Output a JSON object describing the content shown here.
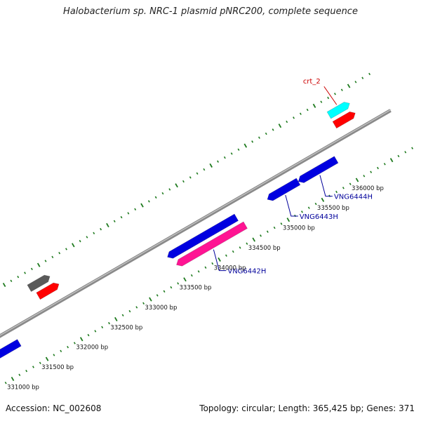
{
  "title": "Halobacterium sp. NRC-1 plasmid pNRC200, complete sequence",
  "footer": {
    "accession": "Accession: NC_002608",
    "stats": "Topology: circular; Length: 365,425 bp; Genes: 371"
  },
  "colors": {
    "backbone": "#8a8a8a",
    "tick": "#1e7a1e",
    "blue": "#0000e0",
    "red": "#ff0000",
    "magenta": "#ff1493",
    "cyan": "#00ffff",
    "gray": "#5a5a5a",
    "label_blue": "#00009b",
    "label_red": "#cc0000"
  },
  "ticks": [
    {
      "bp": 331000,
      "label": "331000 bp"
    },
    {
      "bp": 331500,
      "label": "331500 bp"
    },
    {
      "bp": 332000,
      "label": "332000 bp"
    },
    {
      "bp": 332500,
      "label": "332500 bp"
    },
    {
      "bp": 333000,
      "label": "333000 bp"
    },
    {
      "bp": 333500,
      "label": "333500 bp"
    },
    {
      "bp": 334000,
      "label": "334000 bp"
    },
    {
      "bp": 334500,
      "label": "334500 bp"
    },
    {
      "bp": 335000,
      "label": "335000 bp"
    },
    {
      "bp": 335500,
      "label": "335500 bp"
    },
    {
      "bp": 336000,
      "label": "336000 bp"
    }
  ],
  "features": [
    {
      "strand": "outer",
      "ring": 2,
      "start": 336100,
      "end": 336400,
      "color": "cyan",
      "label": "crt_2"
    },
    {
      "strand": "outer",
      "ring": 1,
      "start": 336100,
      "end": 336400,
      "color": "red",
      "label": ""
    },
    {
      "strand": "outer",
      "ring": 2,
      "start": 331750,
      "end": 332050,
      "color": "gray",
      "label": ""
    },
    {
      "strand": "outer",
      "ring": 1,
      "start": 331800,
      "end": 332100,
      "color": "red",
      "label": ""
    },
    {
      "strand": "inner",
      "ring": 1,
      "start": 333450,
      "end": 334450,
      "color": "blue",
      "label": ""
    },
    {
      "strand": "inner",
      "ring": 2,
      "start": 333500,
      "end": 334500,
      "color": "magenta",
      "label": "VNG6442H"
    },
    {
      "strand": "inner",
      "ring": 1,
      "start": 334900,
      "end": 335350,
      "color": "blue",
      "label": "VNG6443H"
    },
    {
      "strand": "inner",
      "ring": 1,
      "start": 335350,
      "end": 335900,
      "color": "blue",
      "label": "VNG6444H"
    },
    {
      "strand": "inner",
      "ring": 1,
      "start": 330700,
      "end": 331300,
      "color": "blue",
      "label": ""
    }
  ]
}
